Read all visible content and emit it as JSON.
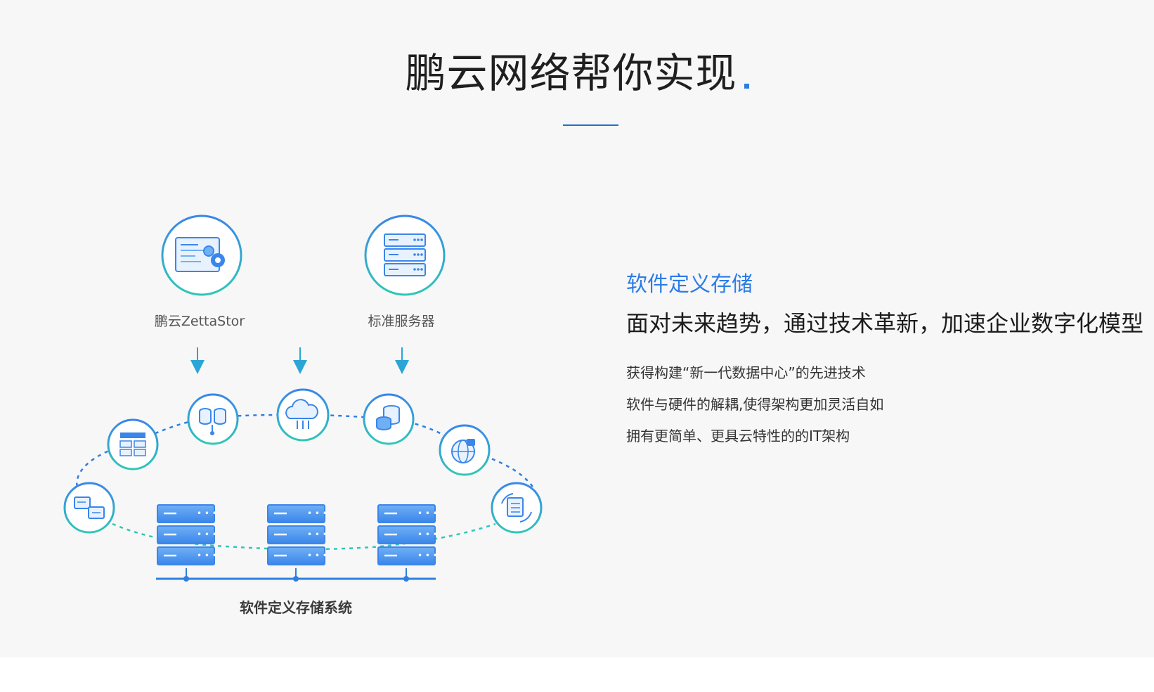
{
  "header": {
    "title": "鹏云网络帮你实现"
  },
  "diagram": {
    "top_left_label": "鹏云ZettaStor",
    "top_right_label": "标准服务器",
    "caption": "软件定义存储系统",
    "icons": [
      "code-gear-icon",
      "server-rack-icon",
      "plus-icon",
      "database-network-icon",
      "cloud-upload-icon",
      "database-stack-icon",
      "globe-lock-icon",
      "sync-documents-icon",
      "devops-icon",
      "storage-grid-icon",
      "server-icon"
    ]
  },
  "content": {
    "subtitle": "软件定义存储",
    "headline": "面对未来趋势，通过技术革新，加速企业数字化模型",
    "bullets": [
      "获得构建“新一代数据中心”的先进技术",
      "软件与硬件的解耦,使得架构更加灵活自如",
      "拥有更简单、更具云特性的的IT架构"
    ]
  },
  "colors": {
    "background": "#f7f7f7",
    "accent_blue": "#2b7ce8",
    "accent_teal": "#2fc7b6",
    "text_dark": "#1c1c1c"
  }
}
